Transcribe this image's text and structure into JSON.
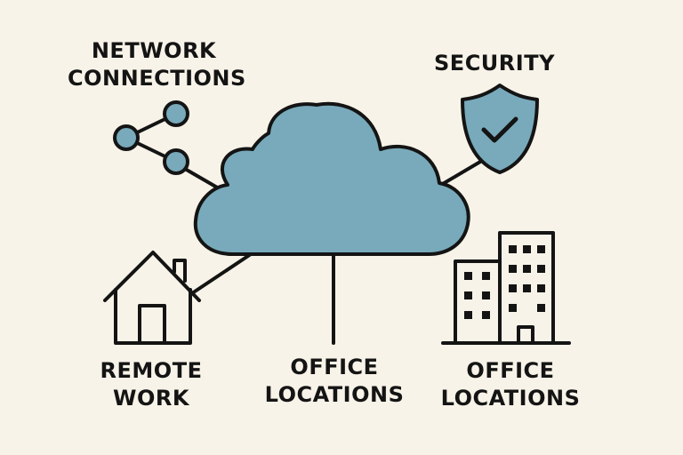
{
  "labels": {
    "network": [
      "NETWORK",
      "CONNECTIONS"
    ],
    "security": "SECURITY",
    "remote": [
      "REMOTE",
      "WORK"
    ],
    "office_center": [
      "OFFICE",
      "LOCATIONS"
    ],
    "office_right": [
      "OFFICE",
      "LOCATIONS"
    ]
  },
  "icons": [
    "cloud-icon",
    "network-nodes-icon",
    "shield-check-icon",
    "house-icon",
    "office-buildings-icon"
  ],
  "colors": {
    "background": "#f8f3e8",
    "accent": "#78aabb",
    "stroke": "#141414"
  }
}
